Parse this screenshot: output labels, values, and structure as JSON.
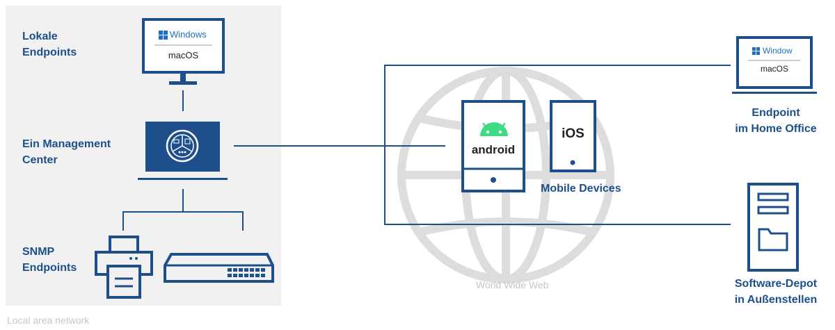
{
  "lan": {
    "label": "Local area network",
    "local_endpoints": {
      "line1": "Lokale",
      "line2": "Endpoints"
    },
    "management_center": {
      "line1": "Ein Management",
      "line2": "Center"
    },
    "snmp_endpoints": {
      "line1": "SNMP",
      "line2": "Endpoints"
    },
    "monitor": {
      "os1": "Windows",
      "os2": "macOS"
    }
  },
  "www": {
    "label": "World Wide Web",
    "android_label": "android",
    "ios_label": "iOS",
    "mobile_label": "Mobile Devices"
  },
  "remote": {
    "laptop": {
      "os1": "Window",
      "os2": "macOS"
    },
    "home_office": {
      "line1": "Endpoint",
      "line2": "im Home Office"
    },
    "depot": {
      "line1": "Software-Depot",
      "line2": "in Außenstellen"
    }
  },
  "colors": {
    "brand_blue": "#1d4f8c",
    "lan_bg": "#f1f1f1",
    "globe_grey": "#dddddd",
    "android_green": "#3ddc84",
    "windows_blue": "#1e6fc8"
  }
}
